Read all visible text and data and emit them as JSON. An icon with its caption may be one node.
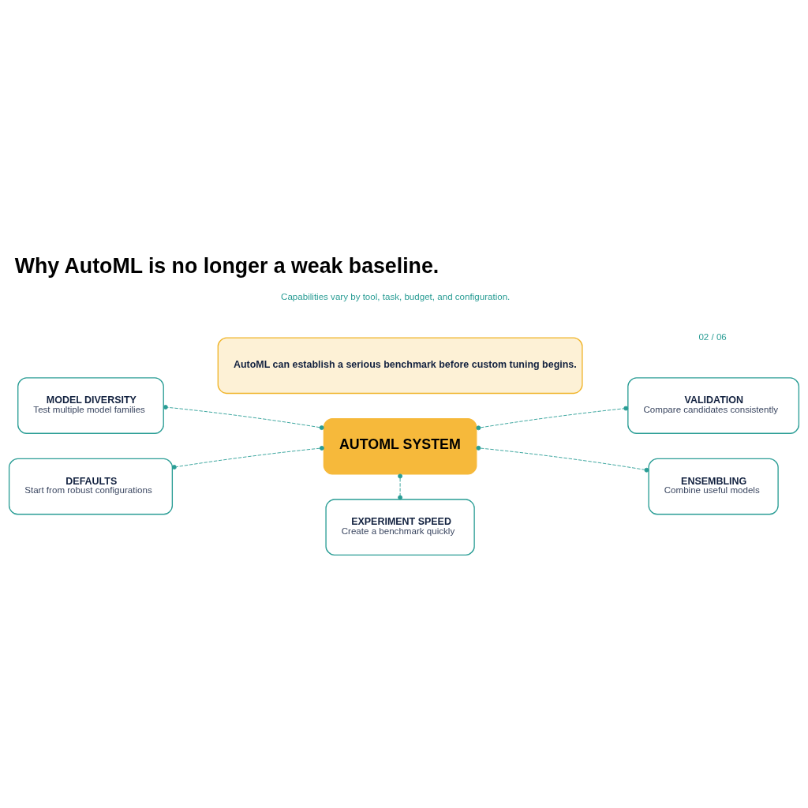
{
  "diagram": {
    "title": "Why AutoML is no longer a weak baseline.",
    "nodes": [
      {
        "text": [
          "AUTOML SYSTEM"
        ]
      },
      {
        "text": [
          "MODEL DIVERSITY",
          "Test multiple model families"
        ]
      },
      {
        "text": [
          "VALIDATION",
          "Compare candidates consistently"
        ]
      },
      {
        "text": [
          "DEFAULTS",
          "Start from robust configurations"
        ]
      },
      {
        "text": [
          "ENSEMBLING",
          "Combine useful models"
        ]
      },
      {
        "text": [
          "EXPERIMENT SPEED",
          "Create a benchmark quickly"
        ]
      },
      {
        "text": [
          "AutoML can establish a serious benchmark before custom tuning begins."
        ]
      }
    ],
    "edges": [
      {
        "from": 0,
        "to": 1,
        "arrow": "other",
        "style": "dashed"
      },
      {
        "from": 0,
        "to": 2,
        "arrow": "other",
        "style": "dashed"
      },
      {
        "from": 0,
        "to": 3,
        "arrow": "other",
        "style": "dashed"
      },
      {
        "from": 0,
        "to": 4,
        "arrow": "other",
        "style": "dashed"
      },
      {
        "from": 0,
        "to": 5,
        "arrow": "other",
        "style": "dashed"
      }
    ],
    "labels": [
      "02 / 06",
      "Capabilities vary by tool, task, budget, and configuration."
    ]
  }
}
